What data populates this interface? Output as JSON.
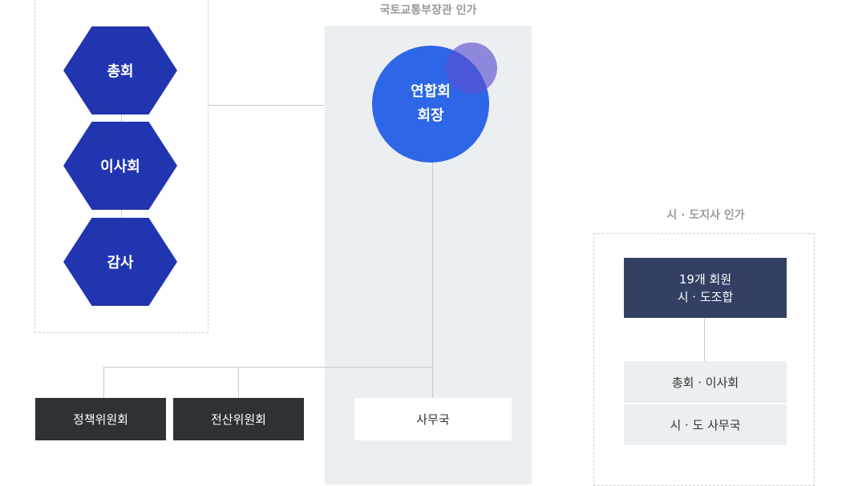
{
  "left_group": {
    "items": [
      "총회",
      "이사회",
      "감사"
    ]
  },
  "center": {
    "title": "국토교통부장관 인가",
    "circle_line1": "연합회",
    "circle_line2": "회장",
    "office": "사무국"
  },
  "committees": [
    "정책위원회",
    "전산위원회"
  ],
  "right": {
    "title": "시 · 도지사 인가",
    "members_line1": "19개 회원",
    "members_line2": "시 · 도조합",
    "rows": [
      "총회 · 이사회",
      "시 · 도 사무국"
    ]
  },
  "colors": {
    "hexagon": "#2135b0",
    "circle": "#2d66e6",
    "navy": "#333f63",
    "dark": "#2e3135",
    "panel": "#eceff1"
  }
}
